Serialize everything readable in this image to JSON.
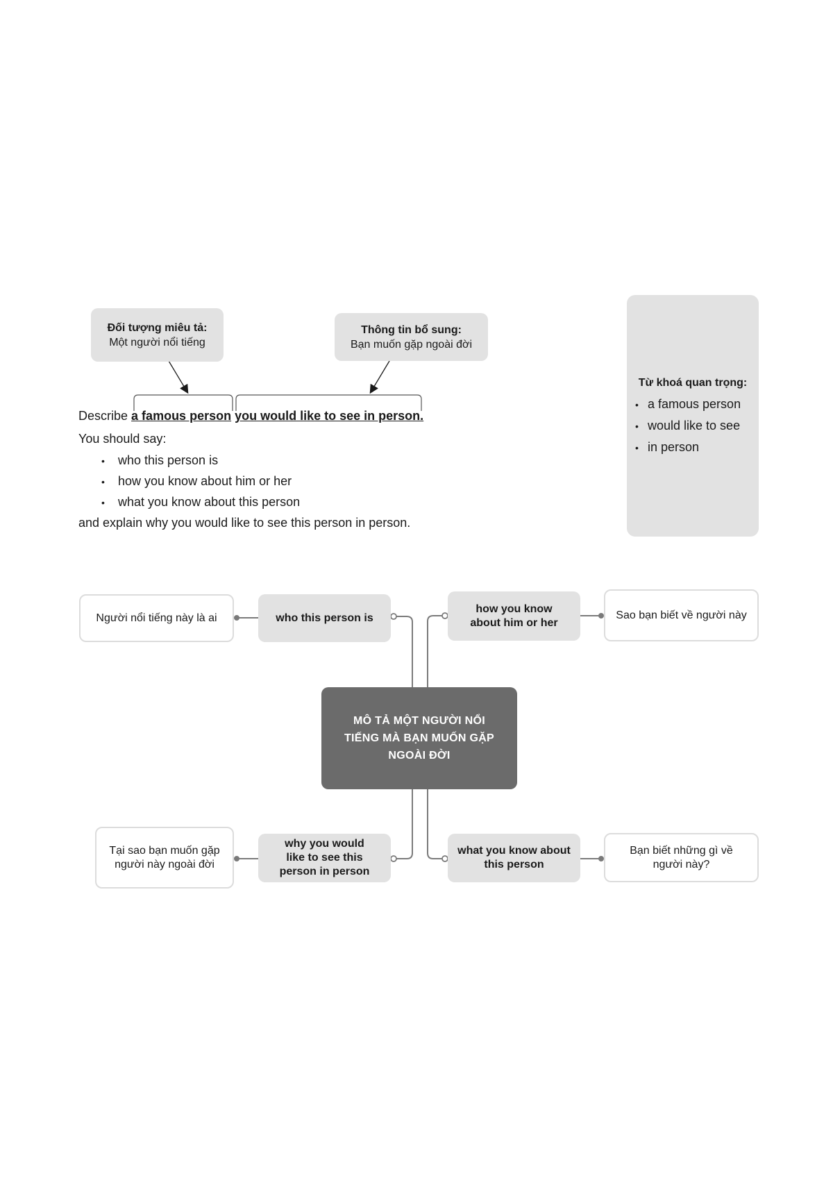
{
  "callouts": {
    "subject": {
      "title": "Đối tượng miêu tả:",
      "text": "Một người nổi tiếng"
    },
    "extra": {
      "title": "Thông tin bổ sung:",
      "text": "Bạn muốn gặp ngoài đời"
    }
  },
  "prompt": {
    "describe_prefix": "Describe",
    "keyword_subject": "a famous person",
    "keyword_extra": "you would like to see in person.",
    "should_say": "You should say:",
    "bullets": [
      "who this person is",
      "how you know about him or her",
      "what you know about this person"
    ],
    "closing": "and explain why you would like to see this person in person."
  },
  "keywords": {
    "title": "Từ khoá quan trọng:",
    "items": [
      "a famous person",
      "would like to see",
      "in person"
    ]
  },
  "mindmap": {
    "center": "MÔ TẢ MỘT NGƯỜI NỔI TIẾNG MÀ BẠN MUỐN GẶP NGOÀI ĐỜI",
    "branches": {
      "top_left": {
        "en": "who this person is",
        "vi": "Người nổi tiếng này là ai"
      },
      "top_right": {
        "en": "how you know about him or her",
        "vi": "Sao bạn biết về người này"
      },
      "bottom_left": {
        "en": "why you would like to see this person in person",
        "vi": "Tại sao bạn muốn gặp người này ngoài đời"
      },
      "bottom_right": {
        "en": "what you know about this person",
        "vi": "Bạn biết những gì về người này?"
      }
    }
  },
  "colors": {
    "box_gray": "#e2e2e2",
    "center_fill": "#6b6b6b",
    "line": "#7a7a7a"
  }
}
